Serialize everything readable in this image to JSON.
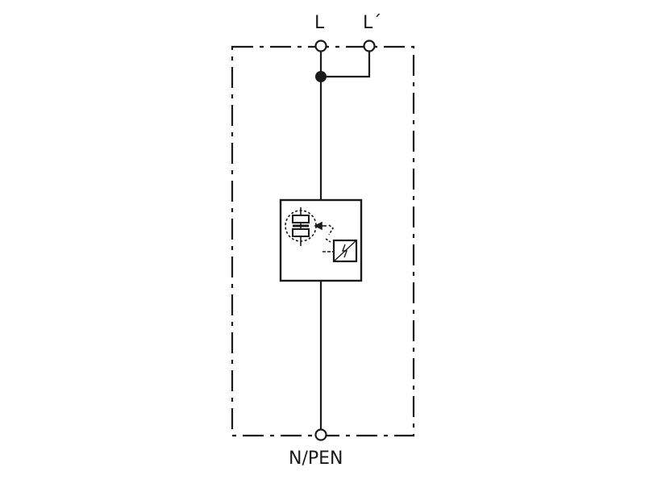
{
  "terminals": {
    "l": "L",
    "l_prime": "L´",
    "n_pen": "N/PEN"
  },
  "colors": {
    "stroke": "#1a1a1a",
    "background": "#ffffff"
  },
  "symbols": {
    "enclosure": "dash-dot-enclosure",
    "protective_device": "spark-gap-varistor-module",
    "thermal_disconnector": "thermal-disconnector-icon"
  }
}
